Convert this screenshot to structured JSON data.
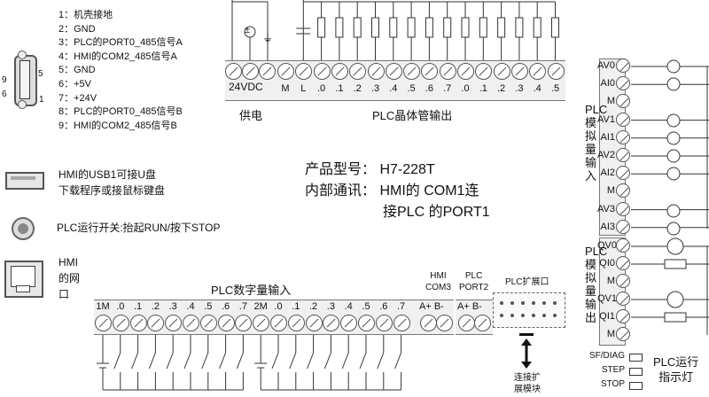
{
  "pin_list": [
    "1：机壳接地",
    "2：GND",
    "3：PLC的PORT0_485信号A",
    "4：HMI的COM2_485信号A",
    "5：GND",
    "6：+5V",
    "7：+24V",
    "8：PLC的PORT0_485信号B",
    "9：HMI的COM2_485信号B"
  ],
  "db9": {
    "n5": "5",
    "n9": "9",
    "n6": "6",
    "n1": "1"
  },
  "usb_desc_1": "HMI的USB1可接U盘",
  "usb_desc_2": "下载程序或接鼠标键盘",
  "switch_desc": "PLC运行开关:抬起RUN/按下STOP",
  "hmi_net_1": "HMI",
  "hmi_net_2": "的网",
  "hmi_net_3": "口",
  "product_model": "产品型号：  H7-228T",
  "internal_comm_1": "内部通讯：  HMI的 COM1连",
  "internal_comm_2": "接PLC 的PORT1",
  "power": {
    "terminal": "24VDC",
    "label": "供电",
    "plus": "±",
    "ground": "⏚"
  },
  "transistor_out": {
    "label": "PLC晶体管输出",
    "terminals": [
      "M",
      "L",
      ".0",
      ".1",
      ".2",
      ".3",
      ".4",
      ".5",
      ".6",
      ".7",
      ".0",
      ".1",
      ".2",
      ".3",
      ".4",
      ".5"
    ]
  },
  "digital_in": {
    "label": "PLC数字量输入",
    "terminals": [
      "1M",
      ".0",
      ".1",
      ".2",
      ".3",
      ".4",
      ".5",
      ".6",
      ".7",
      "2M",
      ".0",
      ".1",
      ".2",
      ".3",
      ".4",
      ".5",
      ".6",
      ".7"
    ]
  },
  "hmi_com3": {
    "title_1": "HMI",
    "title_2": "COM3",
    "terminals": "A+ B-"
  },
  "plc_port2": {
    "title_1": "PLC",
    "title_2": "PORT2",
    "terminals": "A+ B-"
  },
  "expansion": {
    "title": "PLC扩展口",
    "note_1": "连接扩",
    "note_2": "展模块"
  },
  "analog_in": {
    "label": "PLC模拟量输入",
    "rows": [
      "AV0",
      "AI0",
      "M",
      "AV1",
      "AI1",
      "AV2",
      "AI2",
      "M",
      "AV3",
      "AI3"
    ]
  },
  "analog_out": {
    "label": "PLC模拟量输出",
    "rows": [
      "QV0",
      "QI0",
      "M",
      "QV1",
      "QI1",
      "M"
    ]
  },
  "leds": {
    "items": [
      "SF/DIAG",
      "STEP",
      "STOP"
    ],
    "label_1": "PLC运行",
    "label_2": "指示灯"
  }
}
